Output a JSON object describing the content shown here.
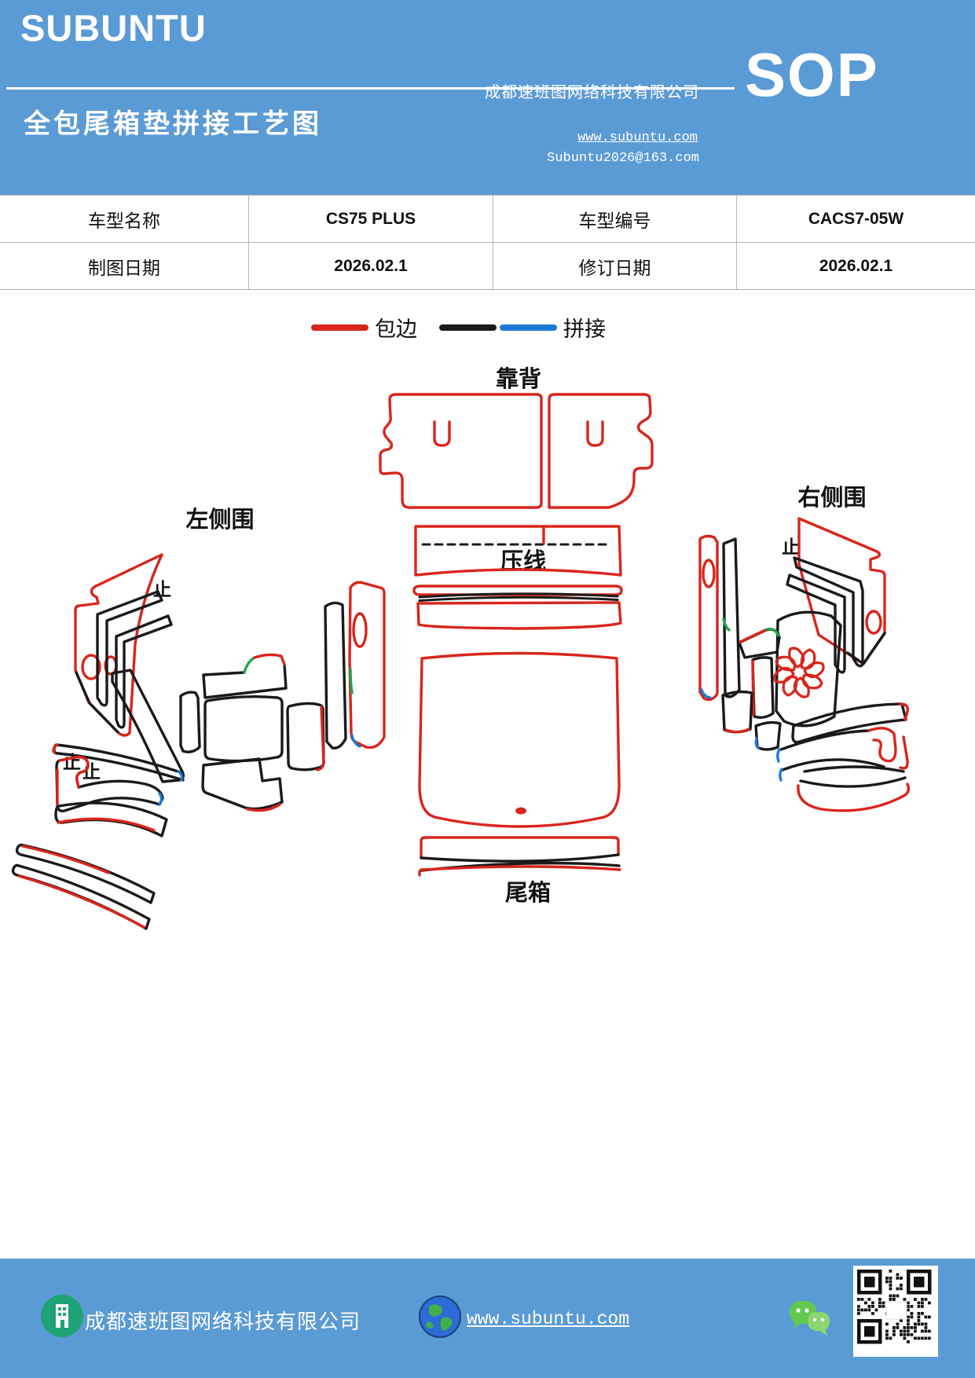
{
  "colors": {
    "header_blue": "#5b9bd5",
    "edge_red": "#d9251c",
    "splice_black": "#1a1a1a",
    "splice_blue": "#1d7ad4",
    "accent_green": "#1ea54c",
    "wechat_green": "#62c94e",
    "building_green": "#1fa376",
    "globe_blue": "#2e6bd6"
  },
  "header": {
    "logo": "SUBUNTU",
    "title": "全包尾箱垫拼接工艺图",
    "company": "成都速班图网络科技有限公司",
    "website": "www.subuntu.com",
    "email": "Subuntu2026@163.com",
    "badge": "SOP"
  },
  "info_table": {
    "rows": [
      {
        "cells": [
          "车型名称",
          "CS75 PLUS",
          "车型编号",
          "CACS7-05W"
        ]
      },
      {
        "cells": [
          "制图日期",
          "2026.02.1",
          "修订日期",
          "2026.02.1"
        ]
      }
    ]
  },
  "legend": {
    "edge_label": "包边",
    "splice_label": "拼接"
  },
  "diagram": {
    "labels": {
      "backrest": "靠背",
      "left_side": "左侧围",
      "right_side": "右侧围",
      "press_line": "压线",
      "trunk": "尾箱",
      "stop": "止"
    }
  },
  "footer": {
    "company": "成都速班图网络科技有限公司",
    "website": "www.subuntu.com"
  }
}
